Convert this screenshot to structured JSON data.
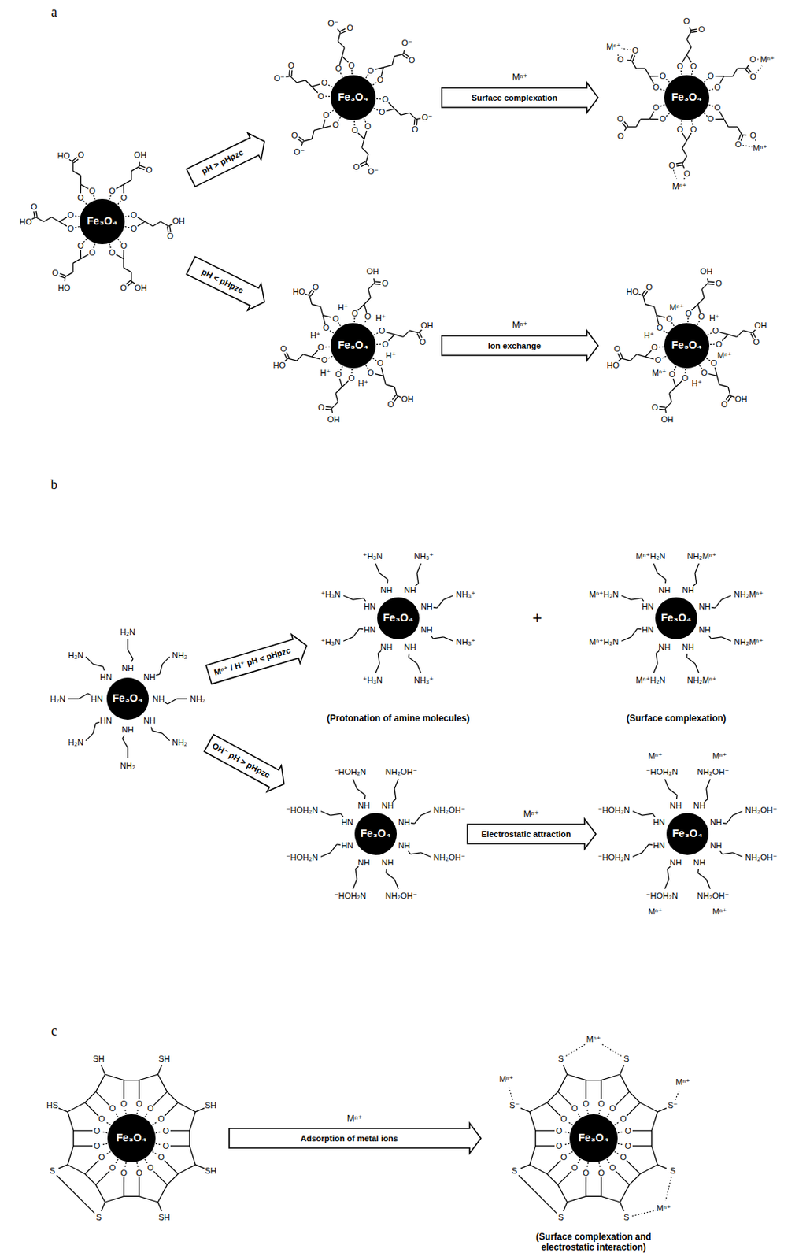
{
  "diagram": {
    "nodes": [
      {
        "text": [
          "Fe₃O₄"
        ]
      },
      {
        "text": [
          "Fe₃O₄"
        ]
      },
      {
        "text": [
          "Fe₃O₄"
        ]
      },
      {
        "text": [
          "Fe₃O₄"
        ]
      },
      {
        "text": [
          "Fe₃O₄"
        ]
      },
      {
        "text": [
          "Fe₃O₄"
        ]
      },
      {
        "text": [
          "Fe₃O₄"
        ]
      },
      {
        "text": [
          "Fe₃O₄"
        ]
      },
      {
        "text": [
          "Fe₃O₄"
        ]
      },
      {
        "text": [
          "Fe₃O₄"
        ]
      },
      {
        "text": [
          "Fe₃O₄"
        ]
      },
      {
        "text": [
          "Fe₃O₄"
        ]
      }
    ],
    "edges": [
      {
        "from": 0,
        "to": 1,
        "label": "pH > pHpzc",
        "arrow": "to"
      },
      {
        "from": 1,
        "to": 2,
        "label": "Surface complexation",
        "arrow": "to"
      },
      {
        "from": 0,
        "to": 3,
        "label": "pH < pHpzc",
        "arrow": "to"
      },
      {
        "from": 3,
        "to": 4,
        "label": "Ion exchange",
        "arrow": "to"
      },
      {
        "from": 5,
        "to": 6,
        "label": "Mⁿ⁺ / H⁺ pH < pHpzc",
        "arrow": "to"
      },
      {
        "from": 5,
        "to": 8,
        "label": "OH⁻ pH > pHpzc",
        "arrow": "to"
      },
      {
        "from": 8,
        "to": 9,
        "label": "Electrostatic attraction",
        "arrow": "to"
      },
      {
        "from": 10,
        "to": 11,
        "label": "Adsorption of metal ions",
        "arrow": "to"
      }
    ],
    "labels": [
      "a",
      "Mⁿ⁺",
      "Mⁿ⁺",
      "b",
      "+",
      "(Protonation of amine molecules)",
      "(Surface complexation)",
      "Mⁿ⁺",
      "c",
      "Mⁿ⁺",
      "(Surface complexation and electrostatic interaction)",
      "O",
      "O",
      "O",
      "OH",
      "O",
      "O",
      "O",
      "OH",
      "O",
      "O",
      "O",
      "HO",
      "O",
      "O",
      "O",
      "HO",
      "O",
      "O",
      "O",
      "HO",
      "O",
      "O",
      "O",
      "OH",
      "O",
      "O",
      "O",
      "O⁻",
      "O",
      "O",
      "O",
      "O⁻",
      "O",
      "O",
      "O",
      "O⁻",
      "O",
      "O",
      "O",
      "O⁻",
      "O",
      "O",
      "O",
      "O⁻",
      "O",
      "O",
      "O",
      "O⁻",
      "O",
      "O",
      "O",
      "O",
      "O",
      "O",
      "O",
      "O",
      "O",
      "O",
      "O",
      "O",
      "O",
      "O",
      "O",
      "O",
      "O",
      "O",
      "O",
      "O",
      "O",
      "O",
      "O",
      "O",
      "Mⁿ⁺",
      "Mⁿ⁺",
      "Mⁿ⁺",
      "Mⁿ⁺",
      "O",
      "O",
      "O",
      "OH",
      "O",
      "O",
      "O",
      "OH",
      "O",
      "O",
      "O",
      "OH",
      "O",
      "O",
      "O",
      "HO",
      "O",
      "O",
      "O",
      "HO",
      "O",
      "O",
      "O",
      "OH",
      "H⁺",
      "H⁺",
      "H⁺",
      "H⁺",
      "H⁺",
      "H⁺",
      "O",
      "O",
      "O",
      "OH",
      "O",
      "O",
      "O",
      "OH",
      "O",
      "O",
      "O",
      "OH",
      "O",
      "O",
      "O",
      "HO",
      "O",
      "O",
      "O",
      "HO",
      "O",
      "O",
      "O",
      "OH",
      "Mⁿ⁺",
      "H⁺",
      "Mⁿ⁺",
      "H⁺",
      "Mⁿ⁺",
      "H⁺",
      "NH",
      "NH₂",
      "NH",
      "NH₂",
      "NH",
      "NH₂",
      "HN",
      "H₂N",
      "HN",
      "H₂N",
      "HN",
      "H₂N",
      "NH",
      "H₂N",
      "NH",
      "NH₂",
      "NH",
      "NH₃⁺",
      "NH",
      "NH₃⁺",
      "NH",
      "⁺H₃N",
      "HN",
      "⁺H₃N",
      "HN",
      "⁺H₃N",
      "NH",
      "⁺H₃N",
      "NH",
      "NH₃⁺",
      "NH",
      "NH₃⁺",
      "NH",
      "NH₂Mⁿ⁺",
      "NH",
      "NH₂Mⁿ⁺",
      "NH",
      "Mⁿ⁺H₂N",
      "HN",
      "Mⁿ⁺H₂N",
      "HN",
      "Mⁿ⁺H₂N",
      "NH",
      "Mⁿ⁺H₂N",
      "NH",
      "NH₂Mⁿ⁺",
      "NH",
      "NH₂Mⁿ⁺",
      "NH",
      "NH₂OH⁻",
      "NH",
      "NH₂OH⁻",
      "NH",
      "⁻HOH₂N",
      "HN",
      "⁻HOH₂N",
      "HN",
      "⁻HOH₂N",
      "NH",
      "⁻HOH₂N",
      "NH",
      "NH₂OH⁻",
      "NH",
      "NH₂OH⁻",
      "NH",
      "NH₂OH⁻",
      "NH",
      "NH₂OH⁻",
      "NH",
      "⁻HOH₂N",
      "HN",
      "⁻HOH₂N",
      "HN",
      "⁻HOH₂N",
      "NH",
      "⁻HOH₂N",
      "NH",
      "NH₂OH⁻",
      "NH",
      "NH₂OH⁻",
      "Mⁿ⁺",
      "Mⁿ⁺",
      "Mⁿ⁺",
      "Mⁿ⁺",
      "O",
      "O",
      "SH",
      "O",
      "O",
      "SH",
      "O",
      "O",
      "S",
      "O",
      "O",
      "S",
      "O",
      "O",
      "HS",
      "O",
      "O",
      "SH",
      "O",
      "O",
      "SH",
      "O",
      "O",
      "SH",
      "O",
      "O",
      "S",
      "O",
      "O",
      "S",
      "O",
      "O",
      "S",
      "O",
      "O",
      "S",
      "O",
      "O",
      "S⁻",
      "O",
      "O",
      "S",
      "O",
      "O",
      "S",
      "O",
      "O",
      "S⁻",
      "Mⁿ⁺",
      "Mⁿ⁺",
      "Mⁿ⁺",
      "Mⁿ⁺"
    ]
  }
}
